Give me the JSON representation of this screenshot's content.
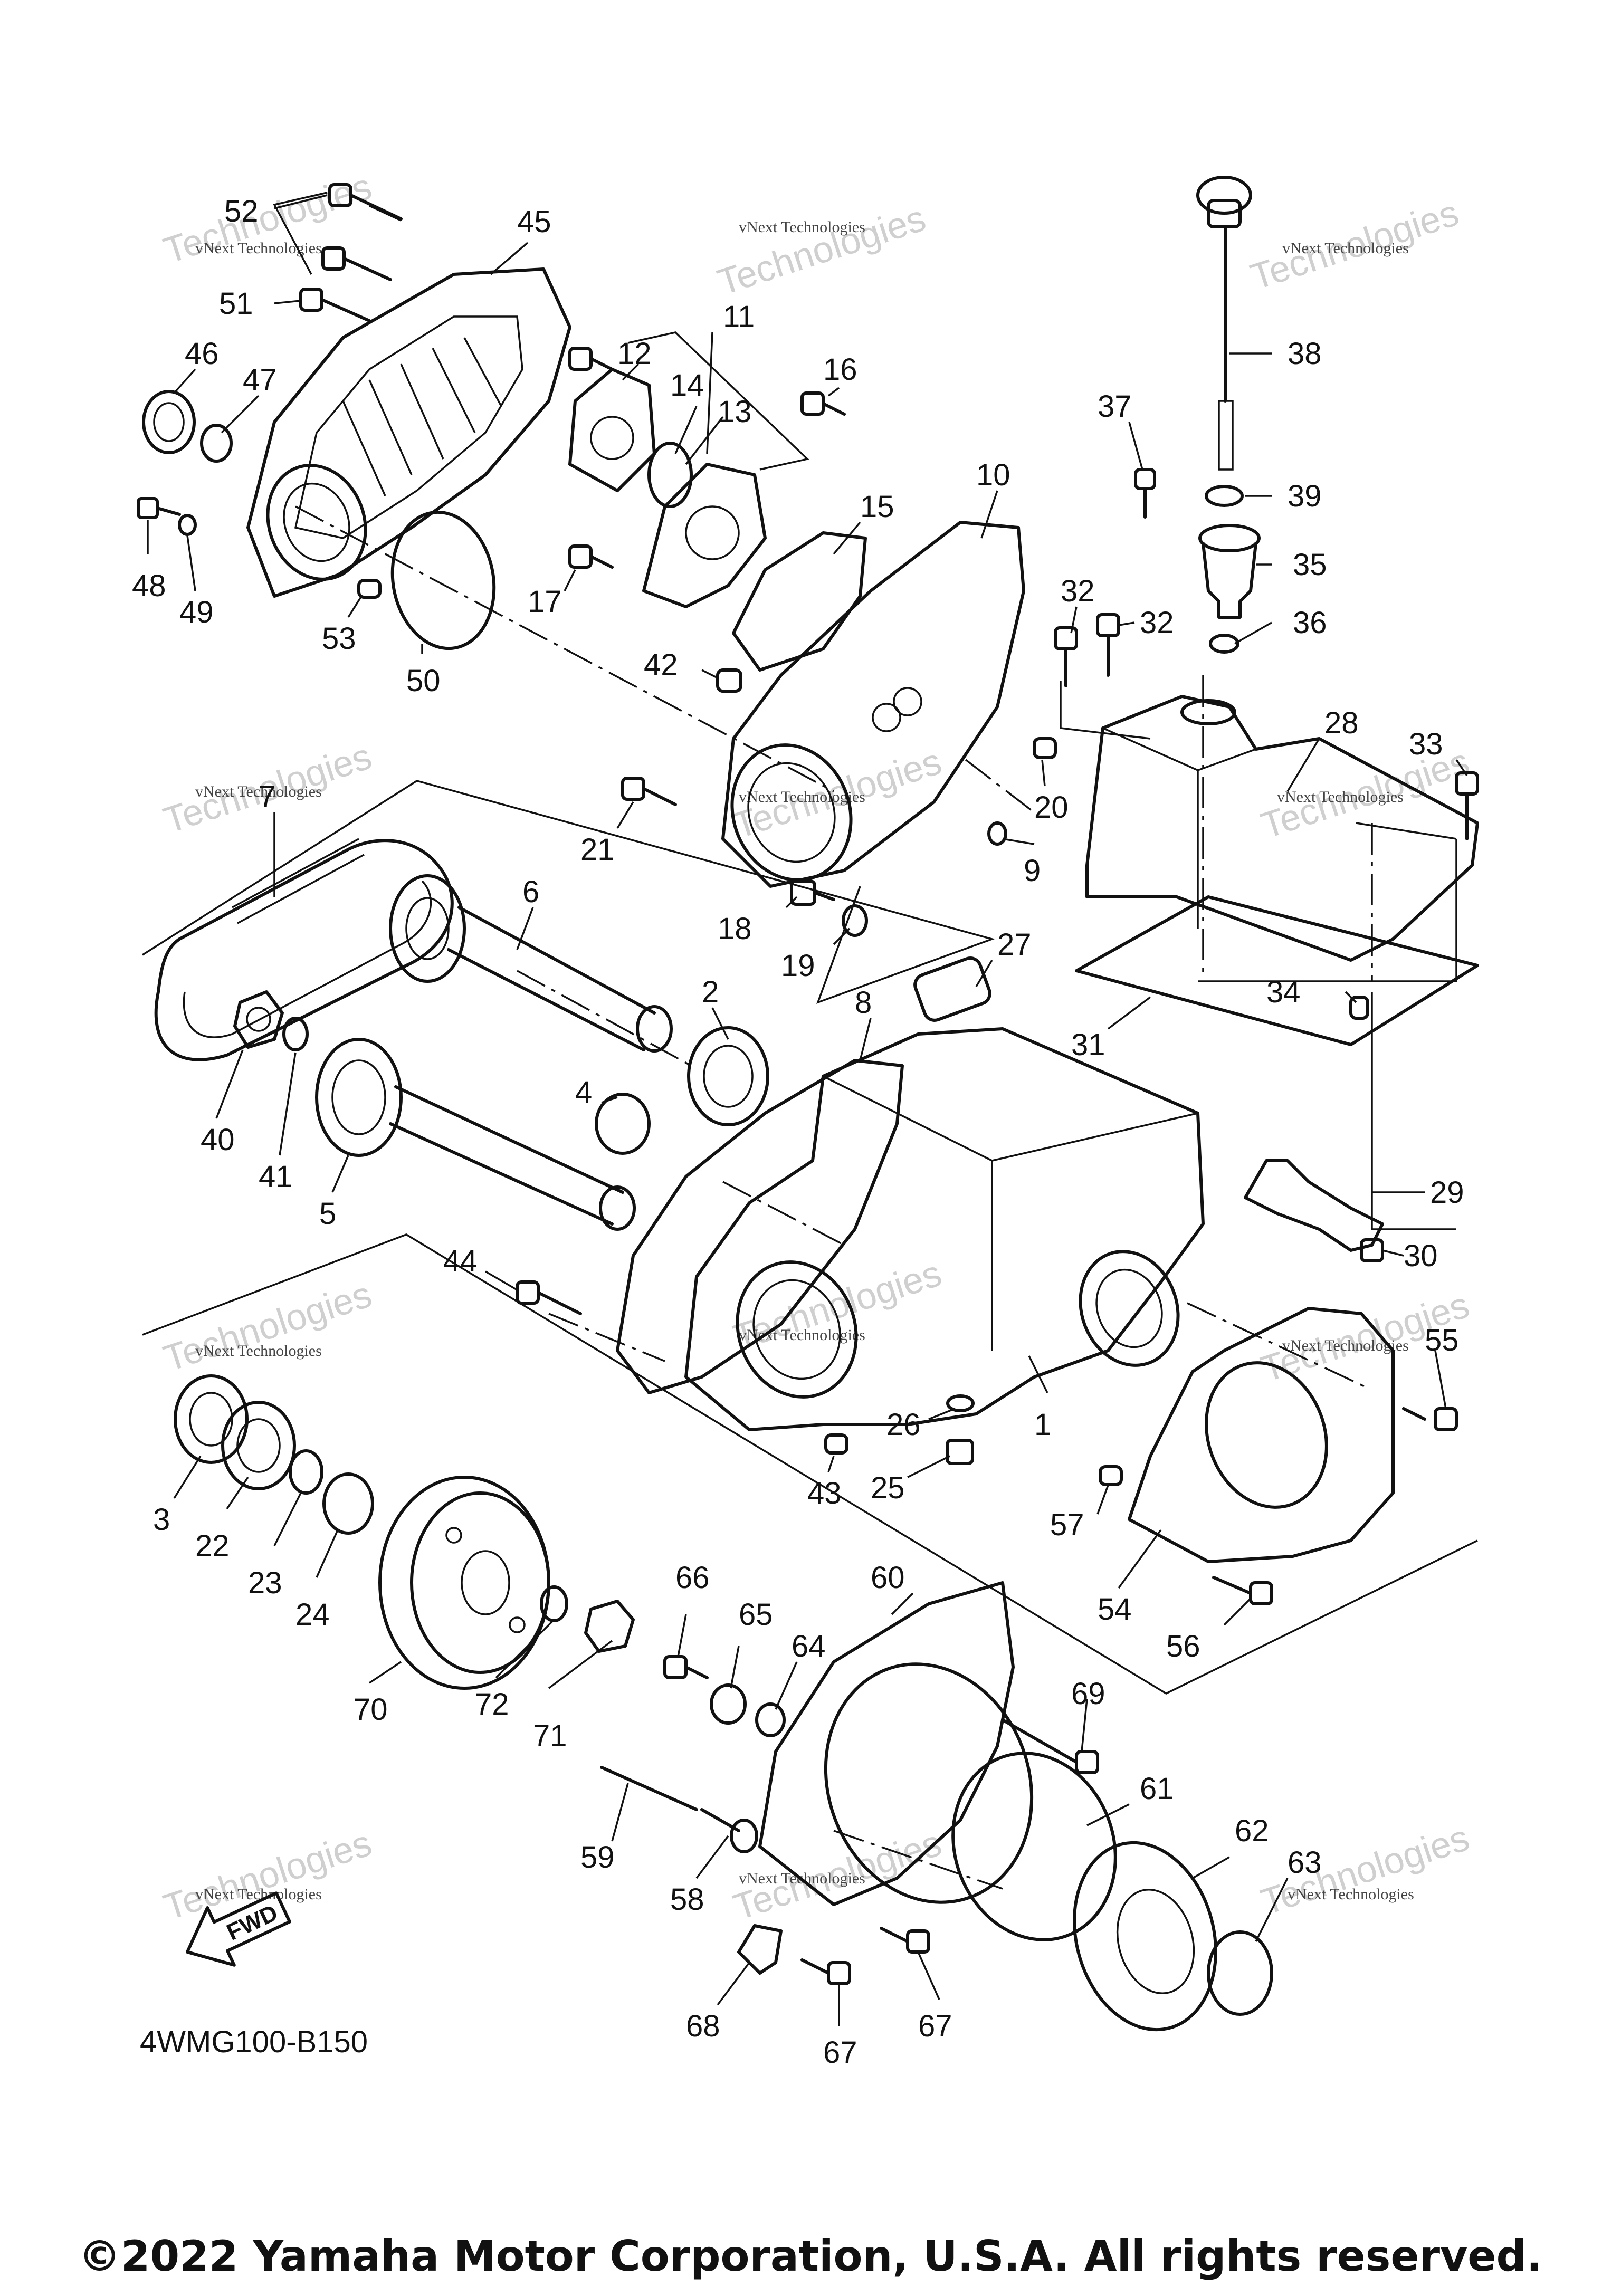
{
  "diagram": {
    "drawing_code": "4WMG100-B150",
    "copyright": "©2022 Yamaha Motor Corporation, U.S.A. All rights reserved.",
    "direction_badge": "FWD",
    "watermark_line1": "vNext Technologies",
    "watermark_line2": "Technologies",
    "watermark_line3": "vNext"
  },
  "callouts": [
    {
      "id": "1",
      "label": "1"
    },
    {
      "id": "2",
      "label": "2"
    },
    {
      "id": "3",
      "label": "3"
    },
    {
      "id": "4",
      "label": "4"
    },
    {
      "id": "5",
      "label": "5"
    },
    {
      "id": "6",
      "label": "6"
    },
    {
      "id": "7",
      "label": "7"
    },
    {
      "id": "8",
      "label": "8"
    },
    {
      "id": "9",
      "label": "9"
    },
    {
      "id": "10",
      "label": "10"
    },
    {
      "id": "11",
      "label": "11"
    },
    {
      "id": "12",
      "label": "12"
    },
    {
      "id": "13",
      "label": "13"
    },
    {
      "id": "14",
      "label": "14"
    },
    {
      "id": "15",
      "label": "15"
    },
    {
      "id": "16",
      "label": "16"
    },
    {
      "id": "17",
      "label": "17"
    },
    {
      "id": "18",
      "label": "18"
    },
    {
      "id": "19",
      "label": "19"
    },
    {
      "id": "20",
      "label": "20"
    },
    {
      "id": "21",
      "label": "21"
    },
    {
      "id": "22",
      "label": "22"
    },
    {
      "id": "23",
      "label": "23"
    },
    {
      "id": "24",
      "label": "24"
    },
    {
      "id": "25",
      "label": "25"
    },
    {
      "id": "26",
      "label": "26"
    },
    {
      "id": "27",
      "label": "27"
    },
    {
      "id": "28",
      "label": "28"
    },
    {
      "id": "29",
      "label": "29"
    },
    {
      "id": "30",
      "label": "30"
    },
    {
      "id": "31",
      "label": "31"
    },
    {
      "id": "32a",
      "label": "32"
    },
    {
      "id": "32b",
      "label": "32"
    },
    {
      "id": "33",
      "label": "33"
    },
    {
      "id": "34",
      "label": "34"
    },
    {
      "id": "35",
      "label": "35"
    },
    {
      "id": "36",
      "label": "36"
    },
    {
      "id": "37",
      "label": "37"
    },
    {
      "id": "38",
      "label": "38"
    },
    {
      "id": "39",
      "label": "39"
    },
    {
      "id": "40",
      "label": "40"
    },
    {
      "id": "41",
      "label": "41"
    },
    {
      "id": "42",
      "label": "42"
    },
    {
      "id": "43",
      "label": "43"
    },
    {
      "id": "44",
      "label": "44"
    },
    {
      "id": "45",
      "label": "45"
    },
    {
      "id": "46",
      "label": "46"
    },
    {
      "id": "47",
      "label": "47"
    },
    {
      "id": "48",
      "label": "48"
    },
    {
      "id": "49",
      "label": "49"
    },
    {
      "id": "50",
      "label": "50"
    },
    {
      "id": "51",
      "label": "51"
    },
    {
      "id": "52",
      "label": "52"
    },
    {
      "id": "53",
      "label": "53"
    },
    {
      "id": "54",
      "label": "54"
    },
    {
      "id": "55",
      "label": "55"
    },
    {
      "id": "56",
      "label": "56"
    },
    {
      "id": "57",
      "label": "57"
    },
    {
      "id": "58",
      "label": "58"
    },
    {
      "id": "59",
      "label": "59"
    },
    {
      "id": "60",
      "label": "60"
    },
    {
      "id": "61",
      "label": "61"
    },
    {
      "id": "62",
      "label": "62"
    },
    {
      "id": "63",
      "label": "63"
    },
    {
      "id": "64",
      "label": "64"
    },
    {
      "id": "65",
      "label": "65"
    },
    {
      "id": "66",
      "label": "66"
    },
    {
      "id": "67a",
      "label": "67"
    },
    {
      "id": "67b",
      "label": "67"
    },
    {
      "id": "68",
      "label": "68"
    },
    {
      "id": "69",
      "label": "69"
    },
    {
      "id": "70",
      "label": "70"
    },
    {
      "id": "71",
      "label": "71"
    },
    {
      "id": "72",
      "label": "72"
    }
  ]
}
